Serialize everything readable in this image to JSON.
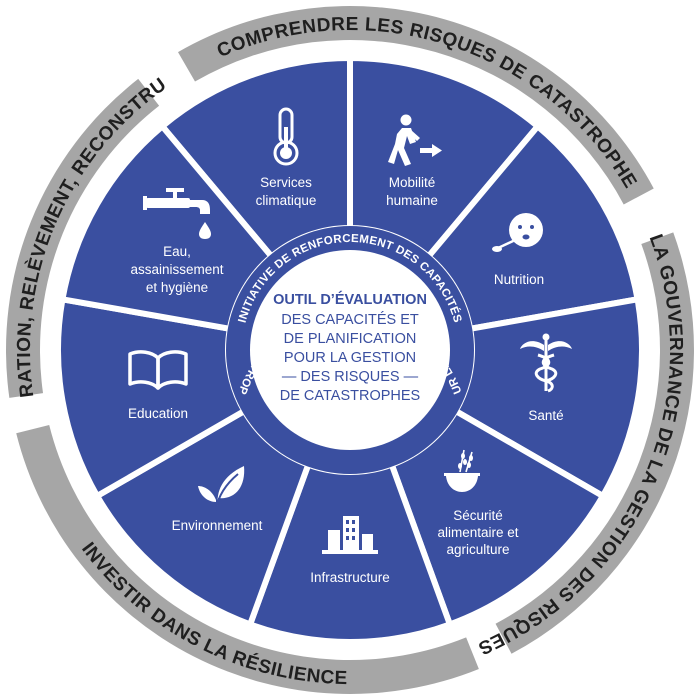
{
  "outer_ring": [
    {
      "label": "COMPRENDRE LES RISQUES DE CATASTROPHE"
    },
    {
      "label": "LA GOUVERNANCE DE LA GESTION DES RISQUES"
    },
    {
      "label": "INVESTIR DANS LA RÉSILIENCE"
    },
    {
      "label": "PRÉPARATION, RELÈVEMENT, RECONSTRUCTION"
    }
  ],
  "inner_ring": {
    "top": "INITIATIVE DE RENFORCEMENT DES CAPACITÉS",
    "bottom": "POUR LA RÉDUCTION DES RISQUES DE CATASTROPHE"
  },
  "center": {
    "title": "OUTIL D’ÉVALUATION",
    "lines": [
      "DES CAPACITÉS ET",
      "DE PLANIFICATION",
      "POUR LA GESTION",
      "— DES RISQUES —",
      "DE CATASTROPHES"
    ]
  },
  "sectors": [
    {
      "lines": [
        "Services",
        "climatique"
      ],
      "icon": "thermometer-icon"
    },
    {
      "lines": [
        "Mobilité",
        "humaine"
      ],
      "icon": "walking-person-icon"
    },
    {
      "lines": [
        "Nutrition"
      ],
      "icon": "baby-face-icon"
    },
    {
      "lines": [
        "Santé"
      ],
      "icon": "caduceus-icon"
    },
    {
      "lines": [
        "Sécurité",
        "alimentaire et",
        "agriculture"
      ],
      "icon": "grain-bowl-icon"
    },
    {
      "lines": [
        "Infrastructure"
      ],
      "icon": "buildings-icon"
    },
    {
      "lines": [
        "Environnement"
      ],
      "icon": "leaf-icon"
    },
    {
      "lines": [
        "Education"
      ],
      "icon": "book-icon"
    },
    {
      "lines": [
        "Eau,",
        "assainissement",
        "et hygiène"
      ],
      "icon": "water-tap-icon"
    }
  ],
  "colors": {
    "sector_blue": "#3a4fa0",
    "ring_gray": "#a6a6a6",
    "label_dark": "#1f1f1f",
    "background": "#ffffff"
  }
}
